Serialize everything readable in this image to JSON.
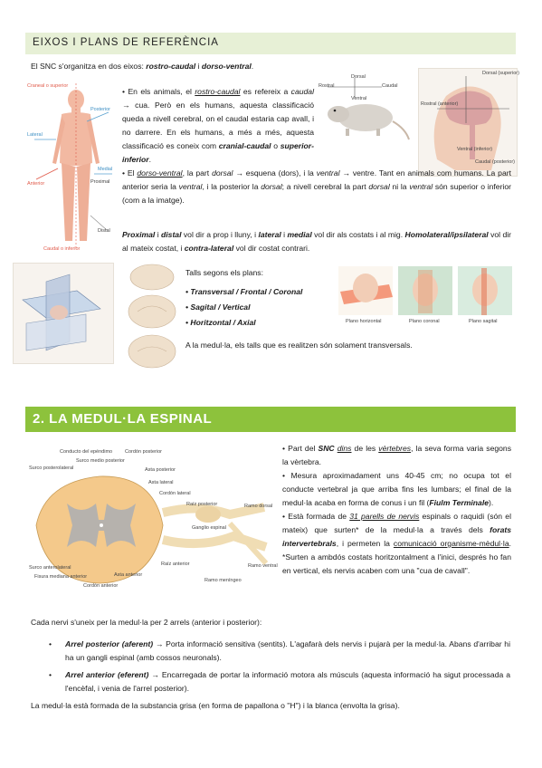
{
  "section1": {
    "title": "EIXOS I PLANS DE REFERÈNCIA",
    "intro_pre": "El SNC s'organitza en dos eixos: ",
    "intro_em": "rostro-caudal",
    "intro_mid": " i ",
    "intro_em2": "dorso-ventral",
    "intro_end": ".",
    "body_labels": [
      "Craneal o superior",
      "Posterior",
      "Lateral",
      "Medial",
      "Anterior",
      "Proximal",
      "Distal",
      "Caudal o inferior"
    ],
    "rat_labels": [
      "Rostral",
      "Dorsal",
      "Caudal",
      "Ventral"
    ],
    "head_labels": [
      "Dorsal (superior)",
      "Ventral (inferior)",
      "Rostral (anterior)",
      "Caudal (posterior)"
    ],
    "b1": {
      "t1": "En els animals, el ",
      "t2": "rostro-caudal",
      "t3": " es refereix a ",
      "t4": "caudal",
      "t5": " → cua. Però en els humans, aquesta classificació queda a nivell cerebral, on el caudal estaria cap avall, i no darrere. En els humans, a més a més, aquesta classificació es coneix com ",
      "t6": "cranial-caudal",
      "t7": " o ",
      "t8": "superior-inferior",
      "t9": "."
    },
    "b2": {
      "t1": "El ",
      "t2": "dorso-ventral",
      "t3": ", la part ",
      "t4": "dorsal",
      "t5": " → esquena (dors), i la ",
      "t6": "ventral",
      "t7": " → ventre. Tant en animals com humans. La part anterior seria la ",
      "t8": "ventral",
      "t9": ", i la posterior la ",
      "t10": "dorsal",
      "t11": "; a nivell cerebral la part ",
      "t12": "dorsal",
      "t13": " ni la ",
      "t14": "ventral",
      "t15": " són superior o inferior (com a la imatge)."
    },
    "p3": {
      "t1": "Proximal",
      "t2": " i ",
      "t3": "distal",
      "t4": " vol dir a prop i lluny, i ",
      "t5": "lateral",
      "t6": " i ",
      "t7": "medial",
      "t8": " vol dir als costats i al mig. ",
      "t9": "Homolateral/ipsilateral",
      "t10": " vol dir al mateix costat, i ",
      "t11": "contra-lateral",
      "t12": " vol dir costat contrari."
    },
    "cuts_title": "Talls segons els plans:",
    "cuts": [
      "Transversal / Frontal / Coronal",
      "Sagital / Vertical",
      "Horitzontal / Axial"
    ],
    "cuts_note": "A la medul·la, els talls que es realitzen són solament transversals.",
    "plane_labels": [
      "Plano horizontal",
      "Plano coronal",
      "Plano sagital"
    ]
  },
  "section2": {
    "title": "2. LA MEDUL·LA ESPINAL",
    "figure_labels": [
      "Conducto del epéndimo",
      "Cordón posterior",
      "Surco medio posterior",
      "Surco posterolateral",
      "Asta posterior",
      "Asta lateral",
      "Cordón lateral",
      "Raíz posterior",
      "Ganglio espinal",
      "Ramo dorsal",
      "Surco anterolateral",
      "Fisura mediana anterior",
      "Cordón anterior",
      "Asta anterior",
      "Raíz anterior",
      "Ramo ventral",
      "Ramo meníngeo"
    ],
    "b1": {
      "t1": "Part del ",
      "t2": "SNC",
      "t3": " ",
      "t4": "dins",
      "t5": " de les ",
      "t6": "vèrtebres",
      "t7": ", la seva forma varia segons la vèrtebra."
    },
    "b2": {
      "t1": "Mesura aproximadament uns 40-45 cm; no ocupa tot el conducte vertebral ja que arriba fins les lumbars; el final de la medul·la acaba en forma de conus i un fil (",
      "t2": "Fiulm Terminale",
      "t3": ")."
    },
    "b3": {
      "t1": "Està formada de ",
      "t2": "31 parells de nervis",
      "t3": " espinals o raquidi (són el mateix) que surten* de la medul·la a través dels ",
      "t4": "forats intervertebrals",
      "t5": ", i permeten la ",
      "t6": "comunicació organisme-mèdul·la",
      "t7": ". *Surten a ambdós costats horitzontalment a l'inici, després ho fan en vertical, els nervis acaben com una \"cua de cavall\"."
    },
    "roots_intro": "Cada nervi s'uneix per la medul·la per 2 arrels (anterior i posterior):",
    "root1": {
      "t1": "Arrel posterior (aferent)",
      "t2": " → Porta informació sensitiva (sentits). L'agafarà dels nervis i pujarà per la medul·la. Abans d'arribar hi ha un gangli espinal (amb cossos neuronals)."
    },
    "root2": {
      "t1": "Arrel anterior (eferent)",
      "t2": " → Encarregada de portar la informació motora als músculs (aquesta informació ha sigut processada a l'encèfal, i venia de l'arrel posterior)."
    },
    "final": "La medul·la està formada de la substancia grisa (en forma de papallona o \"H\") i la blanca (envolta la grisa)."
  },
  "colors": {
    "header1_bg": "#e7f0d6",
    "header2_bg": "#8dc23c",
    "accent_red": "#e05a4a"
  }
}
